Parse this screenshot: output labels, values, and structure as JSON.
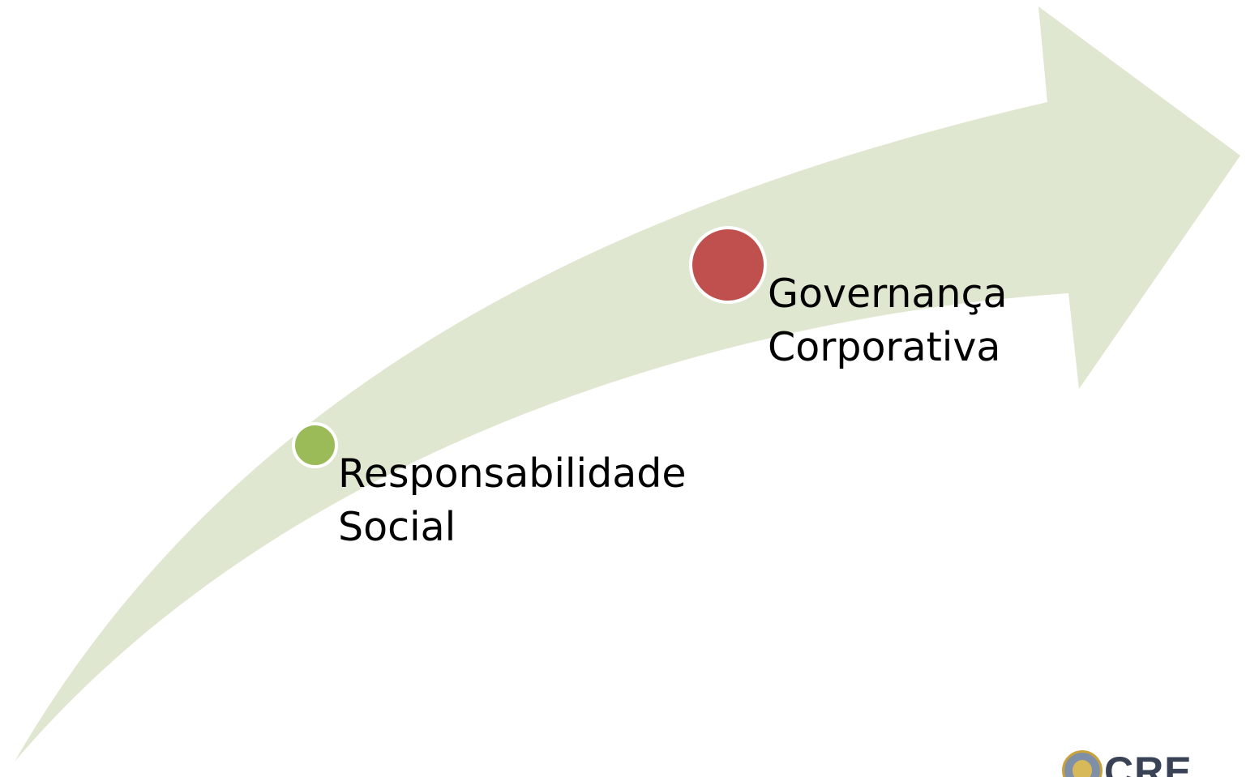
{
  "diagram": {
    "arrow_color": "#dfe7d0",
    "milestones": [
      {
        "line1": "Responsabilidade",
        "line2": "Social",
        "dot_color": "#9bbb59"
      },
      {
        "line1": "Governança",
        "line2": "Corporativa",
        "dot_color": "#c0504d"
      }
    ]
  },
  "logo": {
    "icon": "seal-icon",
    "text": "CRE"
  }
}
